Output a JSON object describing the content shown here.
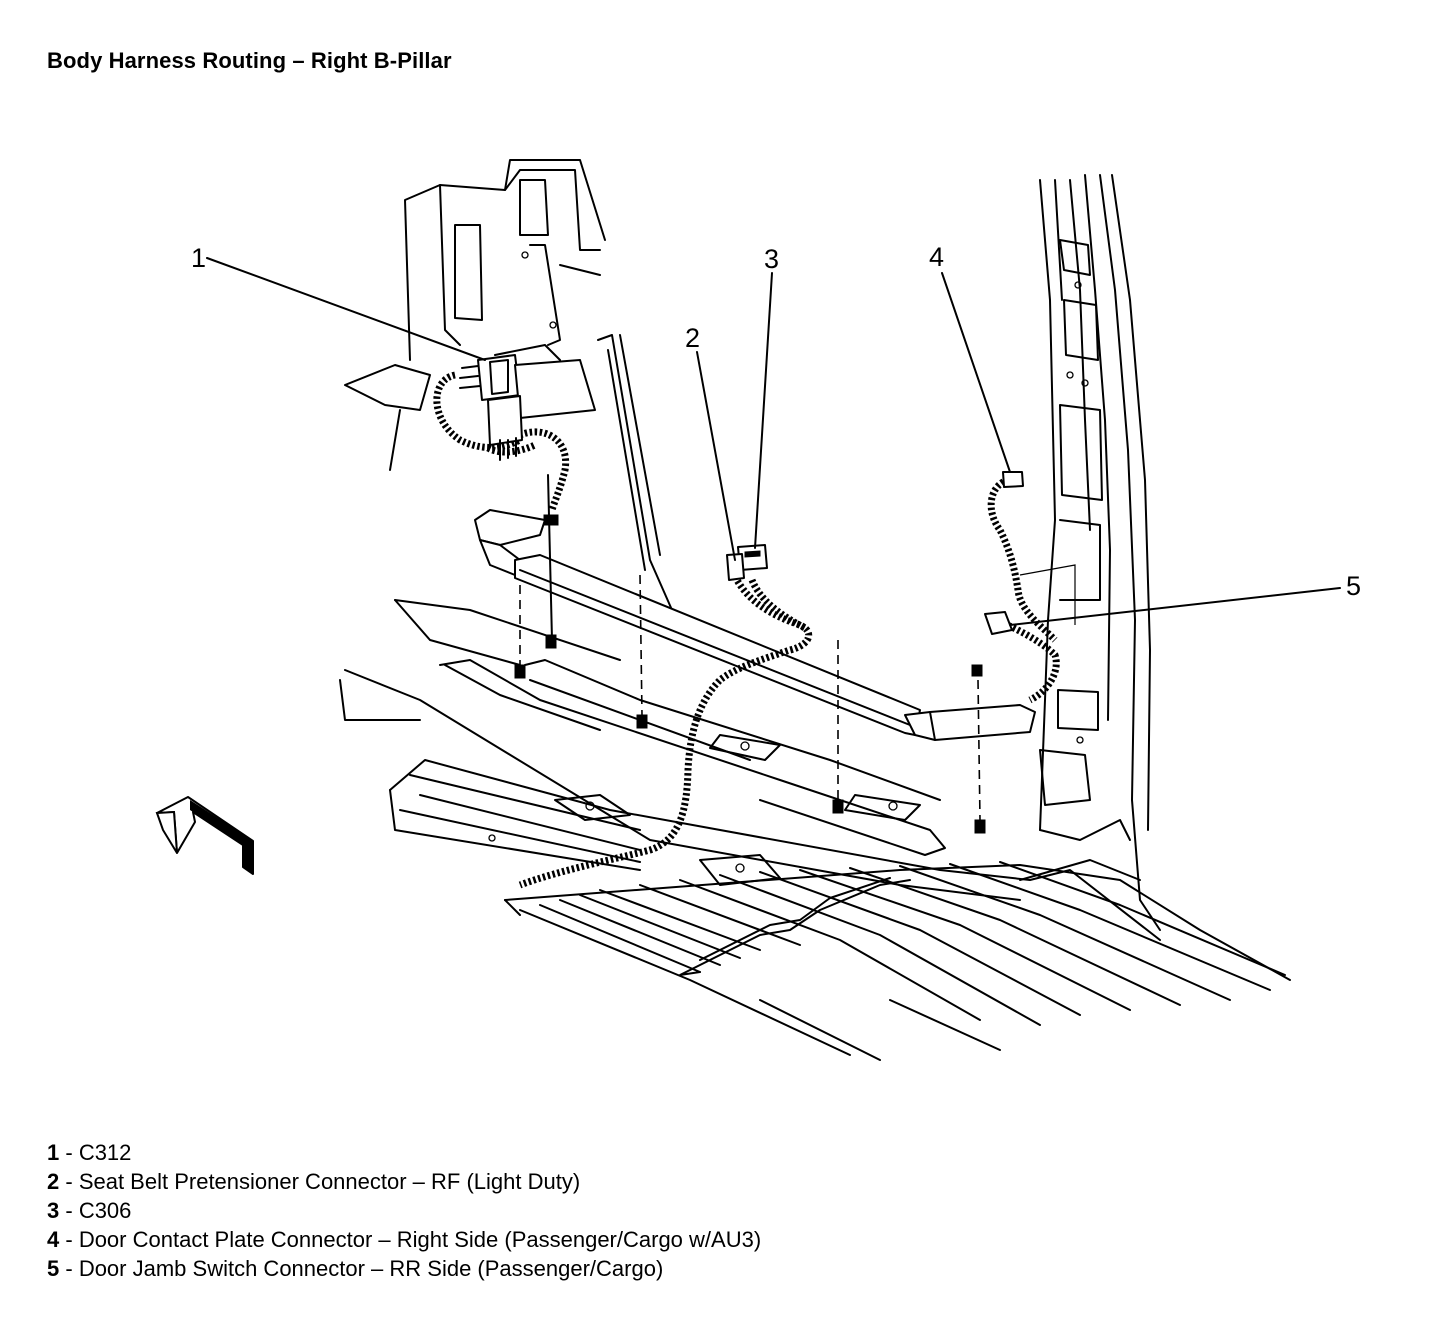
{
  "title": "Body Harness Routing – Right B-Pillar",
  "callouts": [
    {
      "number": "1"
    },
    {
      "number": "2"
    },
    {
      "number": "3"
    },
    {
      "number": "4"
    },
    {
      "number": "5"
    }
  ],
  "legend": [
    {
      "number": "1",
      "text": "C312"
    },
    {
      "number": "2",
      "text": "Seat Belt Pretensioner Connector – RF (Light Duty)"
    },
    {
      "number": "3",
      "text": "C306"
    },
    {
      "number": "4",
      "text": "Door Contact Plate Connector – Right Side (Passenger/Cargo w/AU3)"
    },
    {
      "number": "5",
      "text": "Door Jamb Switch Connector – RR Side (Passenger/Cargo)"
    }
  ],
  "icons": [
    "forward-direction-arrow-icon"
  ]
}
